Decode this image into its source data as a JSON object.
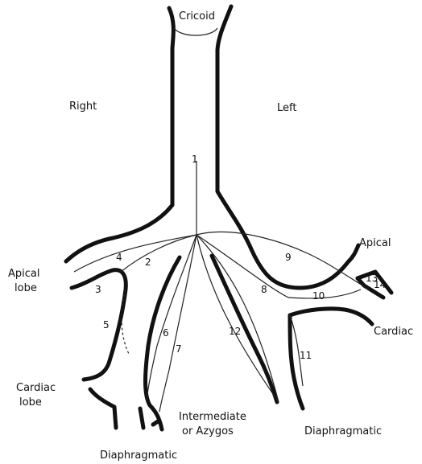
{
  "labels": {
    "cricoid": "Cricoid",
    "right": "Right",
    "left": "Left",
    "apical": "Apical",
    "cardiac": "Cardiac",
    "apical_lobe_1": "Apical",
    "apical_lobe_2": "lobe",
    "cardiac_lobe_1": "Cardiac",
    "cardiac_lobe_2": "lobe",
    "intermediate_1": "Intermediate",
    "intermediate_2": "or Azygos",
    "diaphragmatic_left": "Diaphragmatic",
    "diaphragmatic_right": "Diaphragmatic"
  },
  "numbers": {
    "n1": "1",
    "n2": "2",
    "n3": "3",
    "n4": "4",
    "n5": "5",
    "n6": "6",
    "n7": "7",
    "n8": "8",
    "n9": "9",
    "n10": "10",
    "n11": "11",
    "n12": "12",
    "n13": "13",
    "n14": "14"
  }
}
